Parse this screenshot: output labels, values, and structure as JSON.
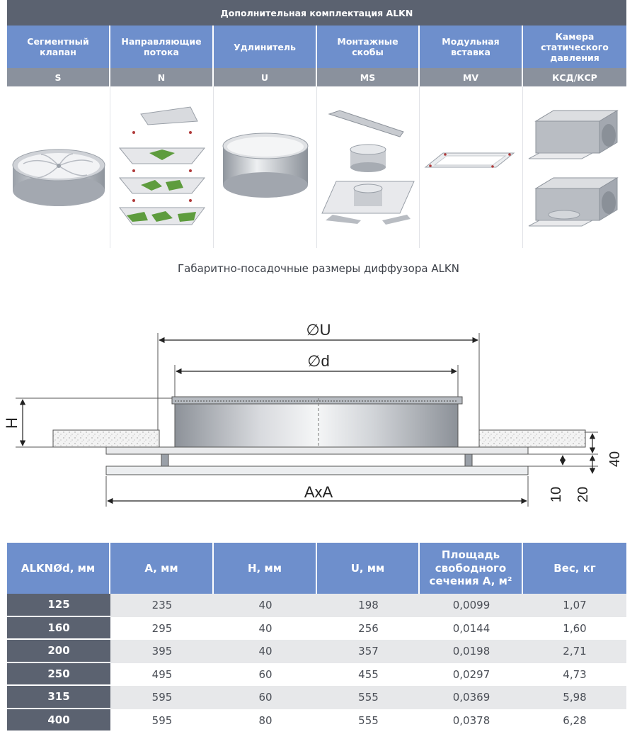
{
  "accessories": {
    "title": "Дополнительная комплектация ALKN",
    "items": [
      {
        "name": "Сегментный клапан",
        "code": "S"
      },
      {
        "name": "Направляющие потока",
        "code": "N"
      },
      {
        "name": "Удлинитель",
        "code": "U"
      },
      {
        "name": "Монтажные скобы",
        "code": "MS"
      },
      {
        "name": "Модульная вставка",
        "code": "MV"
      },
      {
        "name": "Камера статического давления",
        "code": "КСД/КСР"
      }
    ]
  },
  "drawing": {
    "title": "Габаритно-посадочные размеры диффузора ALKN",
    "labels": {
      "u": "∅U",
      "d": "∅d",
      "h": "H",
      "axa": "AxA",
      "dim40": "40",
      "dim10": "10",
      "dim20": "20"
    }
  },
  "table": {
    "headers": [
      "ALKNØd, мм",
      "A, мм",
      "H, мм",
      "U, мм",
      "Площадь свободного сечения A, м²",
      "Вес, кг"
    ],
    "rows": [
      [
        "125",
        "235",
        "40",
        "198",
        "0,0099",
        "1,07"
      ],
      [
        "160",
        "295",
        "40",
        "256",
        "0,0144",
        "1,60"
      ],
      [
        "200",
        "395",
        "40",
        "357",
        "0,0198",
        "2,71"
      ],
      [
        "250",
        "495",
        "60",
        "455",
        "0,0297",
        "4,73"
      ],
      [
        "315",
        "595",
        "60",
        "555",
        "0,0369",
        "5,98"
      ],
      [
        "400",
        "595",
        "80",
        "555",
        "0,0378",
        "6,28"
      ]
    ]
  }
}
